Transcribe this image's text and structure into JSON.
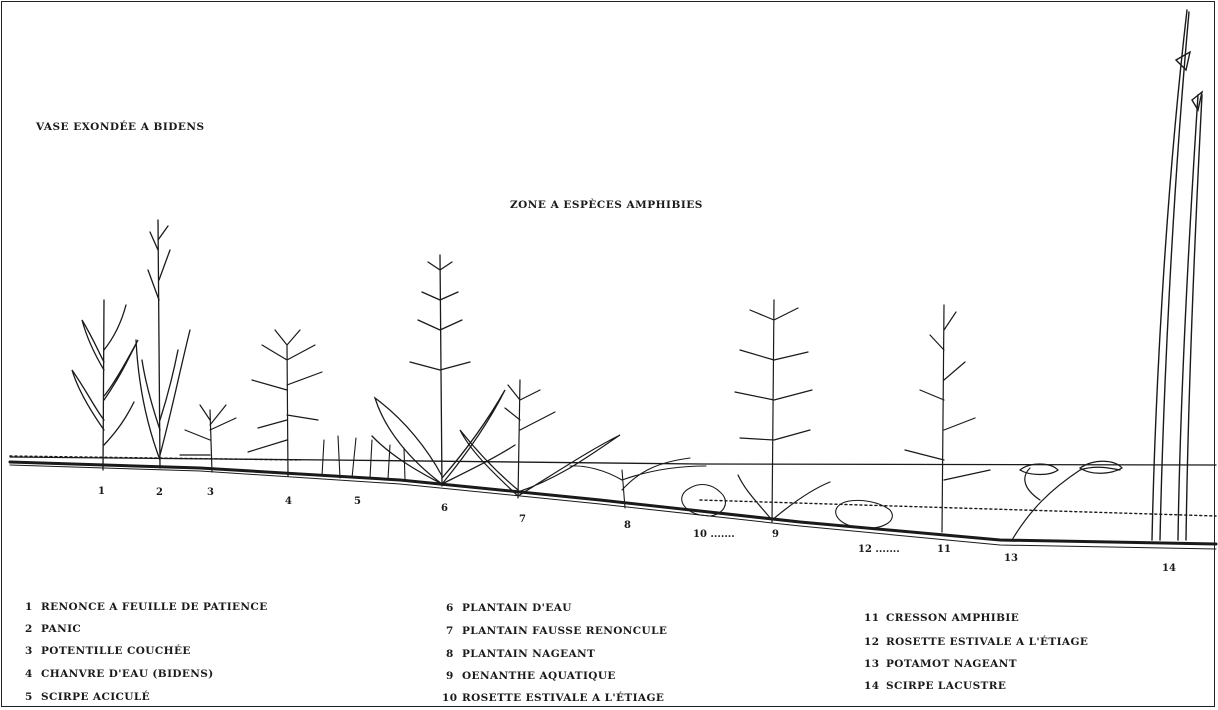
{
  "zones": {
    "left": "VASE EXONDÉE A BIDENS",
    "center": "ZONE A ESPÈCES AMPHIBIES"
  },
  "markers": [
    "1",
    "2",
    "3",
    "4",
    "5",
    "6",
    "7",
    "8",
    "10 .......",
    "9",
    "12 .......",
    "11",
    "13",
    "14"
  ],
  "legend": [
    {
      "num": "1",
      "label": "RENONCE A FEUILLE DE PATIENCE"
    },
    {
      "num": "2",
      "label": "PANIC"
    },
    {
      "num": "3",
      "label": "POTENTILLE COUCHÉE"
    },
    {
      "num": "4",
      "label": "CHANVRE D'EAU (BIDENS)"
    },
    {
      "num": "5",
      "label": "SCIRPE ACICULÉ"
    },
    {
      "num": "6",
      "label": "PLANTAIN D'EAU"
    },
    {
      "num": "7",
      "label": "PLANTAIN FAUSSE RENONCULE"
    },
    {
      "num": "8",
      "label": "PLANTAIN NAGEANT"
    },
    {
      "num": "9",
      "label": "OENANTHE AQUATIQUE"
    },
    {
      "num": "10",
      "label": "ROSETTE ESTIVALE A L'ÉTIAGE"
    },
    {
      "num": "11",
      "label": "CRESSON AMPHIBIE"
    },
    {
      "num": "12",
      "label": "ROSETTE ESTIVALE A L'ÉTIAGE"
    },
    {
      "num": "13",
      "label": "POTAMOT NAGEANT"
    },
    {
      "num": "14",
      "label": "SCIRPE LACUSTRE"
    }
  ]
}
